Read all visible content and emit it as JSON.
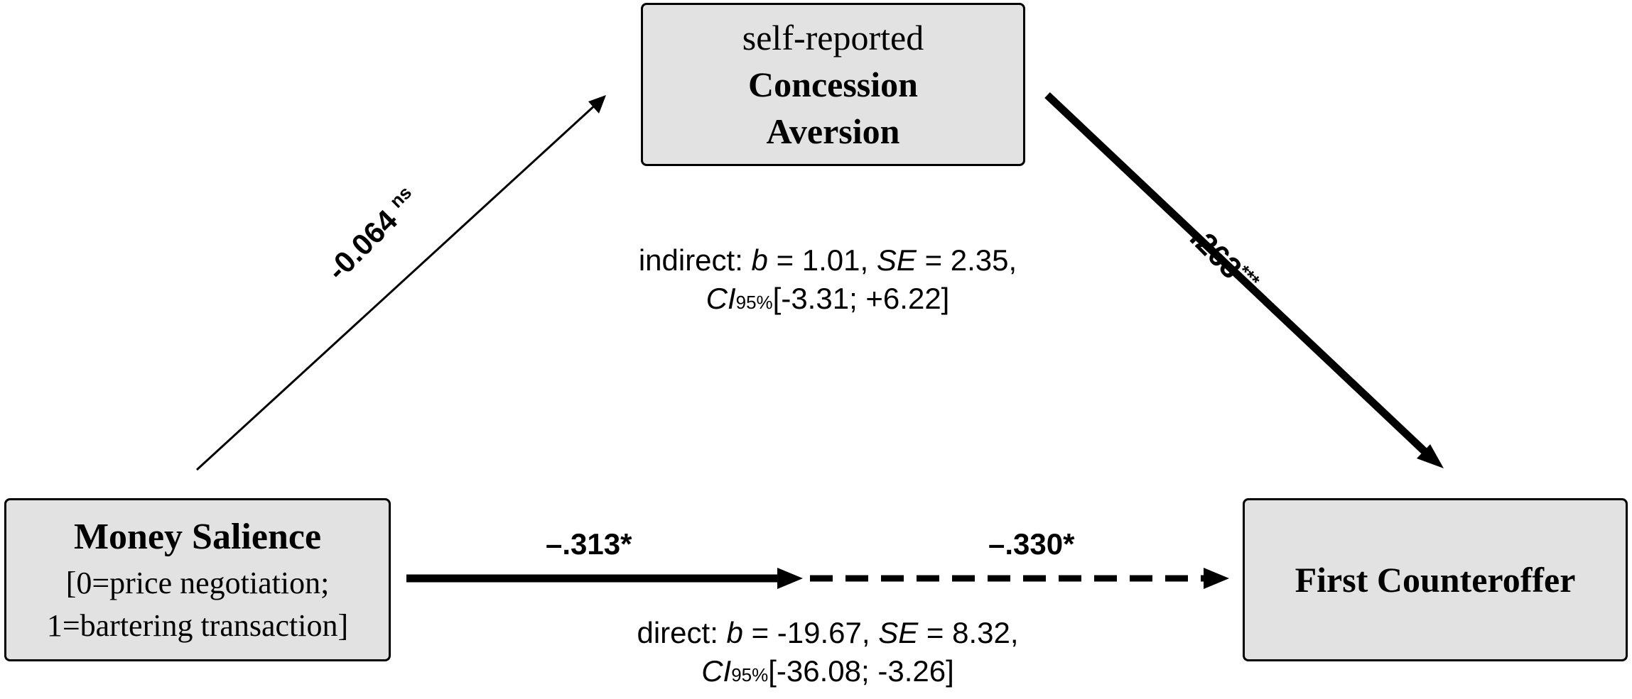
{
  "nodes": {
    "mediator": {
      "prefix": "self-reported",
      "title_line1": "Concession",
      "title_line2": "Aversion"
    },
    "predictor": {
      "title": "Money Salience",
      "line1": "[0=price negotiation;",
      "line2": "1=bartering transaction]"
    },
    "outcome": {
      "title": "First Counteroffer"
    }
  },
  "paths": {
    "a": {
      "value": "-0.064",
      "sig": "ns"
    },
    "b": {
      "value": "-.263",
      "sig": "***"
    },
    "c_total": {
      "value": "–.313*"
    },
    "c_direct": {
      "value": "–.330*"
    }
  },
  "indirect_effect": {
    "label": "indirect:",
    "b_symbol": "b",
    "b_text": "= 1.01,",
    "se_symbol": "SE",
    "se_text": "= 2.35,",
    "ci_symbol": "CI",
    "ci_sub": "95%",
    "ci_text": "[-3.31; +6.22]"
  },
  "direct_effect": {
    "label": "direct:",
    "b_symbol": "b",
    "b_text": "= -19.67,",
    "se_symbol": "SE",
    "se_text": "= 8.32,",
    "ci_symbol": "CI",
    "ci_sub": "95%",
    "ci_text": "[-36.08; -3.26]"
  },
  "colors": {
    "box_fill": "#e2e2e2",
    "stroke": "#000000"
  }
}
